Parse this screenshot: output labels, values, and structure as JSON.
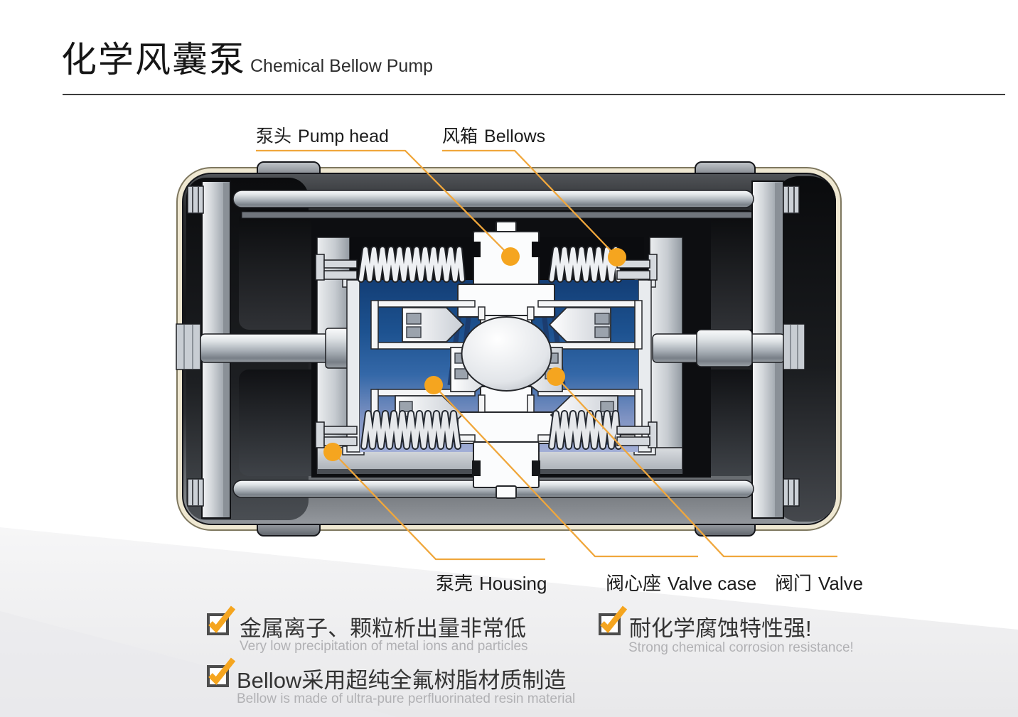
{
  "header": {
    "title_cn": "化学风囊泵",
    "title_en": "Chemical Bellow Pump"
  },
  "callouts": {
    "pump_head": {
      "cn": "泵头",
      "en": "Pump head"
    },
    "bellows": {
      "cn": "风箱",
      "en": "Bellows"
    },
    "housing": {
      "cn": "泵壳",
      "en": "Housing"
    },
    "valve_case": {
      "cn": "阀心座",
      "en": "Valve case"
    },
    "valve": {
      "cn": "阀门",
      "en": "Valve"
    }
  },
  "features": [
    {
      "cn": "金属离子、颗粒析出量非常低",
      "en": "Very low precipitation of metal ions and particles"
    },
    {
      "cn": "耐化学腐蚀特性强!",
      "en": "Strong chemical corrosion resistance!"
    },
    {
      "cn": "Bellow采用超纯全氟树脂材质制造",
      "en": "Bellow is made of ultra-pure perfluorinated resin material"
    }
  ],
  "colors": {
    "accent_orange": "#F5A51F",
    "callout_line": "#F0A73C",
    "chamber_blue_top": "#133E76",
    "chamber_blue_bottom": "#A2AED6",
    "checkbox_border": "#4D4D4D",
    "casing_cream_outline": "#EFE8D2"
  }
}
